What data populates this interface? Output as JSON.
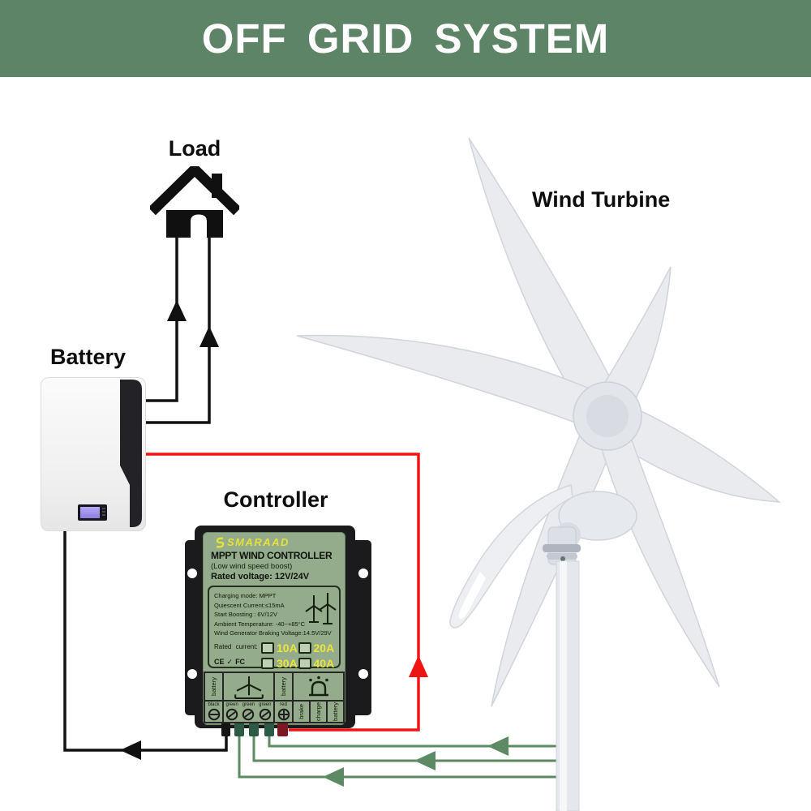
{
  "banner": {
    "title": "OFF GRID SYSTEM"
  },
  "labels": {
    "load": "Load",
    "battery": "Battery",
    "controller": "Controller",
    "wind_turbine": "Wind Turbine"
  },
  "controller": {
    "brand": "SMARAAD",
    "title": "MPPT WIND CONTROLLER",
    "subtitle": "(Low wind speed boost)",
    "rated_voltage": "Rated voltage: 12V/24V",
    "specs": [
      "Charging mode: MPPT",
      "Quiescent Current:≤15mA",
      "Start Boosting : 6V/12V",
      "Ambient Temperature: -40~+85°C",
      "Wind Generator Braking Voltage:14.5V/29V"
    ],
    "rated_current_label": "Rated current:",
    "current_options": [
      "10A",
      "20A",
      "30A",
      "40A"
    ],
    "cert_marks": [
      "CE",
      "FC"
    ],
    "check_mark": "✓",
    "terminal_groups": {
      "battery_left": "battery",
      "battery_right": "battery"
    },
    "wire_labels": [
      "black",
      "green",
      "green",
      "green",
      "red"
    ],
    "function_labels": [
      "brake",
      "charge",
      "battery"
    ]
  },
  "colors": {
    "banner_green": "#5d8467",
    "wire_green": "#5d8a62",
    "wire_red": "#ee1515",
    "wire_black": "#111111",
    "panel_green": "#94ac8b",
    "accent_yellow": "#e6e139"
  }
}
